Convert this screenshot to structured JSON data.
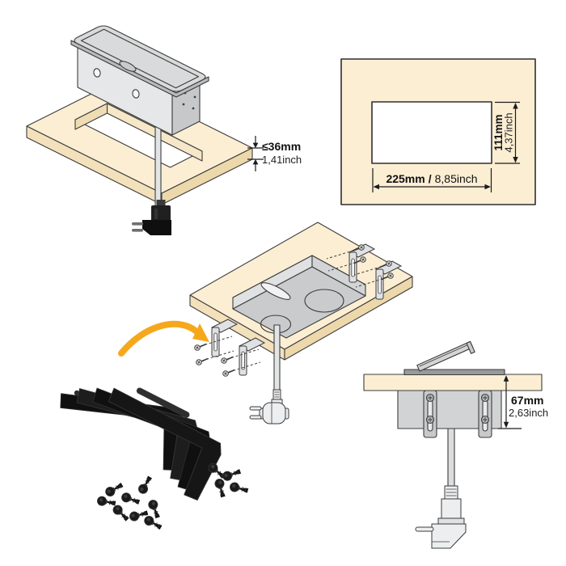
{
  "diagram": {
    "top_left": {
      "thickness_mm": "≤36mm",
      "thickness_inch": "1,41inch"
    },
    "top_right": {
      "width_mm": "225mm",
      "width_separator": "/",
      "width_inch": "8,85inch",
      "height_mm": "111mm",
      "height_inch": "4,37inch"
    },
    "bottom_right": {
      "depth_mm": "67mm",
      "depth_inch": "2,63inch"
    }
  },
  "icons": {
    "curved_arrow": "curved-arrow-icon"
  },
  "colors": {
    "background": "#FFFFFF",
    "wood": "#FBEED3",
    "wood_edge": "#F3E1BC",
    "wood_edge_dark": "#EDD8AC",
    "outline": "#3C3C3C",
    "panel_outline": "#2F2F2F",
    "metal_light": "#E6E7E8",
    "metal_mid": "#D4D5D6",
    "metal_dark": "#C6C8CA",
    "flange_top": "#D9DADB",
    "cutout_white": "#FFFFFF",
    "accent_orange": "#F6A81C",
    "hardware_black": "#161616",
    "dimension_text": "#111111"
  }
}
